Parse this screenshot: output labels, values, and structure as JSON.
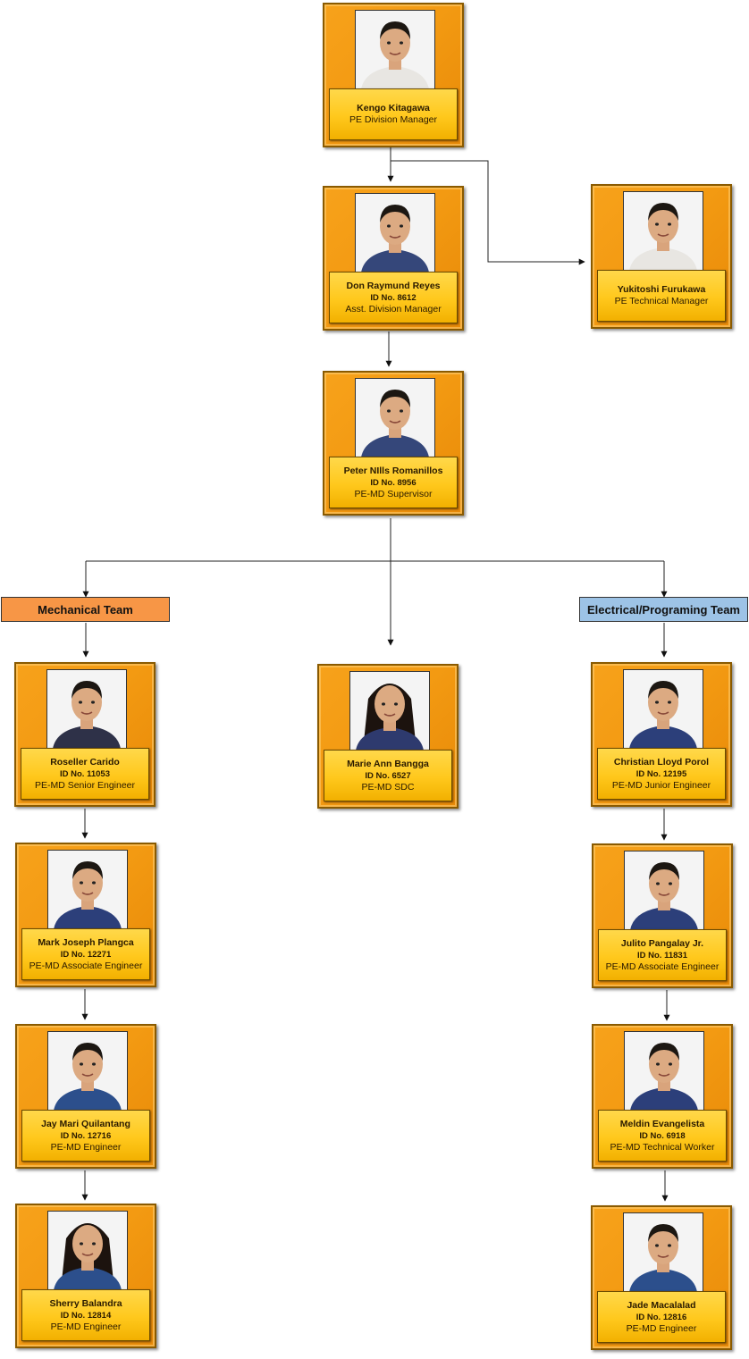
{
  "teams": {
    "mechanical": {
      "label": "Mechanical Team",
      "color": "#f79646"
    },
    "electrical": {
      "label": "Electrical/Programing Team",
      "color": "#9dc3e6"
    }
  },
  "people": [
    {
      "key": "kitagawa",
      "name": "Kengo Kitagawa",
      "id": "",
      "role": "PE Division Manager",
      "shirt": "#e8e6e2"
    },
    {
      "key": "reyes",
      "name": "Don Raymund Reyes",
      "id": "ID No. 8612",
      "role": "Asst. Division Manager",
      "shirt": "#35477a"
    },
    {
      "key": "furukawa",
      "name": "Yukitoshi Furukawa",
      "id": "",
      "role": "PE Technical Manager",
      "shirt": "#e8e6e2"
    },
    {
      "key": "romanillos",
      "name": "Peter NIlls Romanillos",
      "id": "ID No. 8956",
      "role": "PE-MD Supervisor",
      "shirt": "#35477a"
    },
    {
      "key": "carido",
      "name": "Roseller Carido",
      "id": "ID No. 11053",
      "role": "PE-MD Senior Engineer",
      "shirt": "#2e3148"
    },
    {
      "key": "bangga",
      "name": "Marie Ann Bangga",
      "id": "ID No. 6527",
      "role": "PE-MD SDC",
      "shirt": "#2e3a6e"
    },
    {
      "key": "porol",
      "name": "Christian Lloyd Porol",
      "id": "ID No. 12195",
      "role": "PE-MD Junior Engineer",
      "shirt": "#2c3f7a"
    },
    {
      "key": "plangca",
      "name": "Mark Joseph Plangca",
      "id": "ID No. 12271",
      "role": "PE-MD Associate Engineer",
      "shirt": "#2c3f7a"
    },
    {
      "key": "pangalay",
      "name": "Julito Pangalay Jr.",
      "id": "ID No. 11831",
      "role": "PE-MD Associate Engineer",
      "shirt": "#2c3f7a"
    },
    {
      "key": "quilantang",
      "name": "Jay Mari Quilantang",
      "id": "ID No. 12716",
      "role": "PE-MD Engineer",
      "shirt": "#2c4f8c"
    },
    {
      "key": "evangelista",
      "name": "Meldin Evangelista",
      "id": "ID No. 6918",
      "role": "PE-MD Technical Worker",
      "shirt": "#2c3f7a"
    },
    {
      "key": "balandra",
      "name": "Sherry Balandra",
      "id": "ID No. 12814",
      "role": "PE-MD Engineer",
      "shirt": "#2c4f8c"
    },
    {
      "key": "macalalad",
      "name": "Jade Macalalad",
      "id": "ID No. 12816",
      "role": "PE-MD Engineer",
      "shirt": "#2c4f8c"
    }
  ]
}
